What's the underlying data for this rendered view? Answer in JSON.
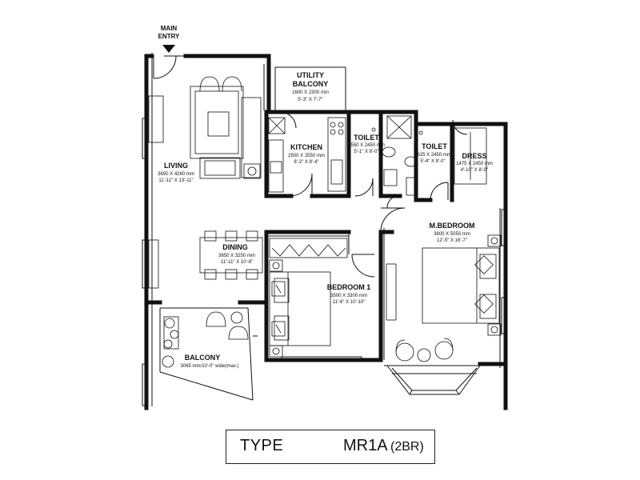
{
  "entry": {
    "line1": "MAIN",
    "line2": "ENTRY"
  },
  "rooms": {
    "living": {
      "name": "LIVING",
      "metric": "3650 X 4260 mm",
      "imperial": "11'-11\" X 13'-11\""
    },
    "utility": {
      "name1": "UTILITY",
      "name2": "BALCONY",
      "metric": "1600 X 2300 mm",
      "imperial": "5'-3\" X 7'-7\""
    },
    "kitchen": {
      "name": "KITCHEN",
      "metric": "2500 X 2550 mm",
      "imperial": "8'-2\" X 8'-4\""
    },
    "toilet1": {
      "name": "TOILET",
      "metric": "1550 X 2450 mm",
      "imperial": "5'-1\" X 8'-0\""
    },
    "toilet2": {
      "name": "TOILET",
      "metric": "1625 X 2450 mm",
      "imperial": "5'-4\" X 8'-0\""
    },
    "dress": {
      "name": "DRESS",
      "metric": "1475 X 2450 mm",
      "imperial": "4'-10\" X 8'-0\""
    },
    "master": {
      "name": "M.BEDROOM",
      "metric": "3800 X 5050 mm",
      "imperial": "12'-5\" X 16'-7\""
    },
    "dining": {
      "name": "DINING",
      "metric": "3650 X 3250 mm",
      "imperial": "11'-11\" X 10'-8\""
    },
    "bedroom1": {
      "name": "BEDROOM 1",
      "metric": "3500 X 3300 mm",
      "imperial": "11'-6\" X 10'-10\""
    },
    "balcony": {
      "name": "BALCONY",
      "metric": "3065 mm/10'-0\" wide(max.)"
    }
  },
  "type_box": {
    "label": "TYPE",
    "code": "MR1A",
    "sub": "(2BR)"
  }
}
